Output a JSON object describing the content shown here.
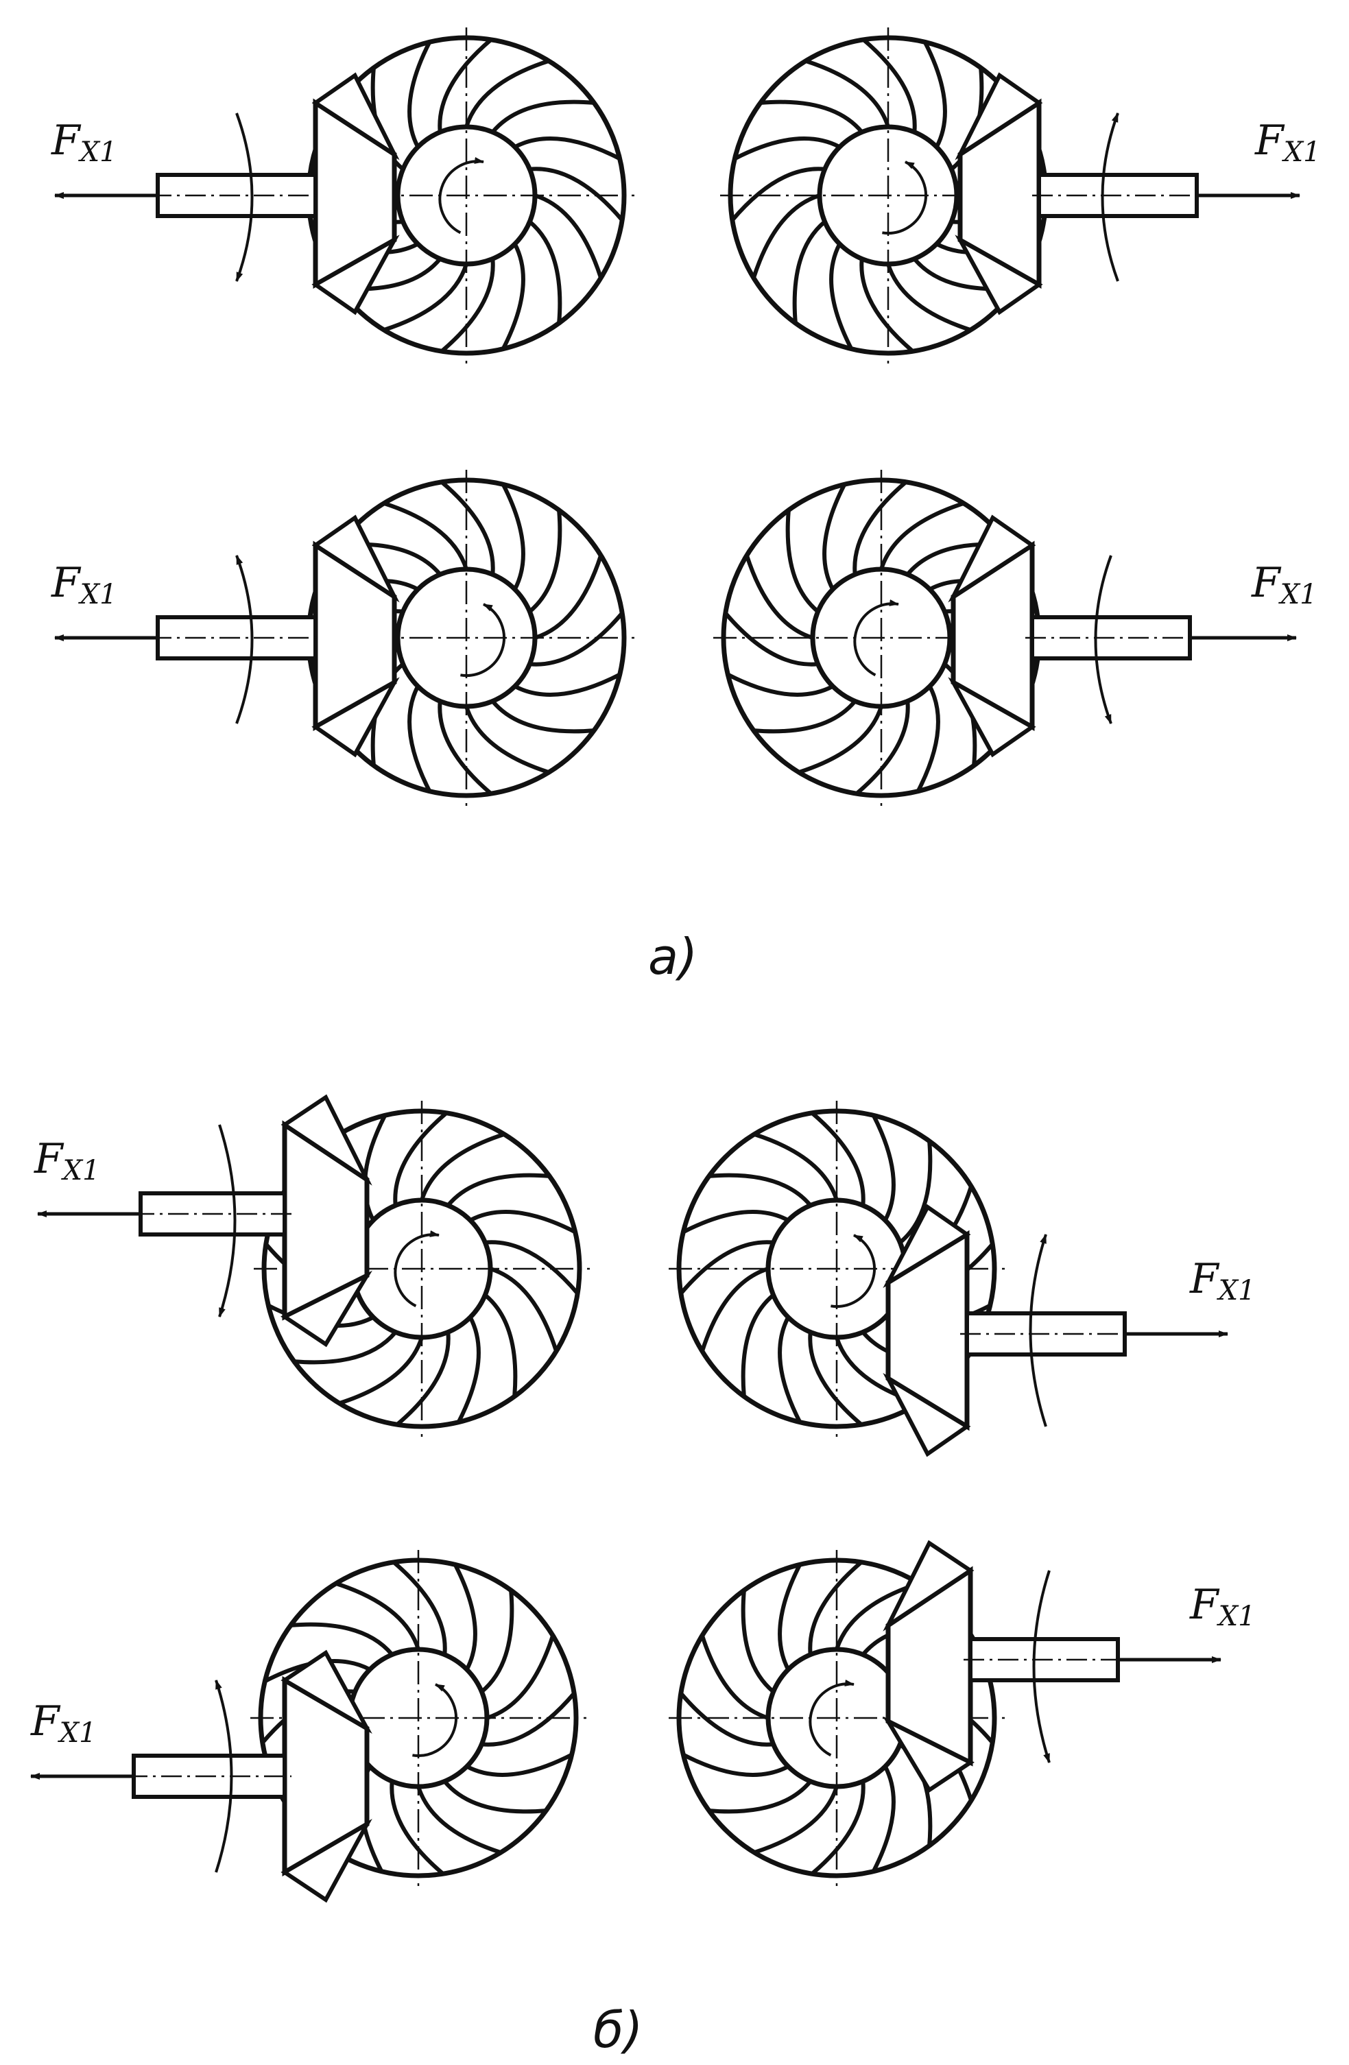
{
  "figure": {
    "colors": {
      "ink": "#111111",
      "background": "#ffffff"
    },
    "force_label": {
      "main": "F",
      "sub": "X1"
    },
    "panels": [
      {
        "caption": "a)",
        "units": [
          {
            "name": "unit-a-top-left",
            "force_direction": "left",
            "rim_rotation": "cw"
          },
          {
            "name": "unit-a-top-right",
            "force_direction": "right",
            "rim_rotation": "ccw"
          },
          {
            "name": "unit-a-bottom-left",
            "force_direction": "left",
            "rim_rotation": "ccw"
          },
          {
            "name": "unit-a-bottom-right",
            "force_direction": "right",
            "rim_rotation": "cw"
          }
        ]
      },
      {
        "caption": "б)",
        "units": [
          {
            "name": "unit-b-top-left",
            "force_direction": "left",
            "rim_rotation": "cw"
          },
          {
            "name": "unit-b-top-right",
            "force_direction": "right",
            "rim_rotation": "ccw"
          },
          {
            "name": "unit-b-bottom-left",
            "force_direction": "left",
            "rim_rotation": "ccw"
          },
          {
            "name": "unit-b-bottom-right",
            "force_direction": "right",
            "rim_rotation": "cw"
          }
        ]
      }
    ]
  }
}
